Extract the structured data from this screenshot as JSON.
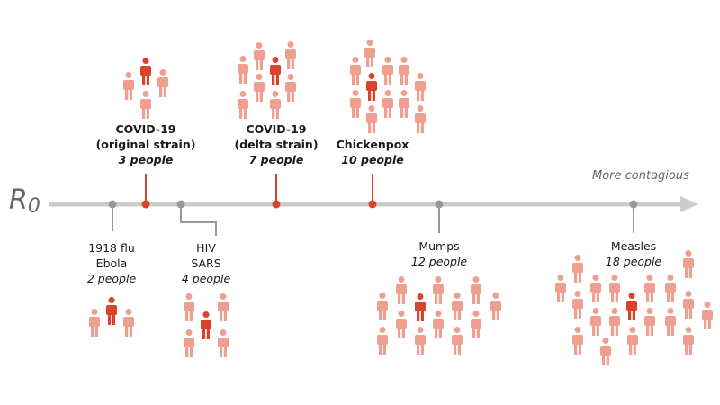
{
  "axis": {
    "symbol": "R",
    "subscript": "0",
    "direction_label": "More contagious"
  },
  "colors": {
    "infected": "#d9432b",
    "others": "#ef9f8f",
    "axis": "#cccccc",
    "marker_grey": "#999999",
    "marker_red": "#d9432b"
  },
  "diseases": [
    {
      "name": "1918 flu",
      "name2": "Ebola",
      "people": "2 people",
      "r0": 2,
      "highlight": false
    },
    {
      "name": "COVID-19",
      "name2": "(original strain)",
      "people": "3 people",
      "r0": 3,
      "highlight": true
    },
    {
      "name": "HIV",
      "name2": "SARS",
      "people": "4 people",
      "r0": 4,
      "highlight": false
    },
    {
      "name": "COVID-19",
      "name2": "(delta strain)",
      "people": "7 people",
      "r0": 7,
      "highlight": true
    },
    {
      "name": "Chickenpox",
      "people": "10 people",
      "r0": 10,
      "highlight": true
    },
    {
      "name": "Mumps",
      "people": "12 people",
      "r0": 12,
      "highlight": false
    },
    {
      "name": "Measles",
      "people": "18 people",
      "r0": 18,
      "highlight": false
    }
  ]
}
